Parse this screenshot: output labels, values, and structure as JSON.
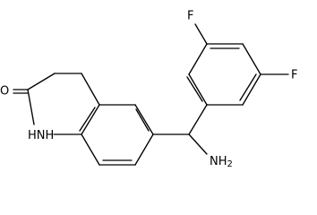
{
  "molecule": {
    "atoms": {
      "oxygen": "O",
      "nh": "NH",
      "nh_h": "H",
      "amine": "NH",
      "amine_sub": "2",
      "fluorine_top": "F",
      "fluorine_right": "F"
    },
    "colors": {
      "bond": "#000000",
      "label": "#000000",
      "background": "#ffffff"
    }
  }
}
